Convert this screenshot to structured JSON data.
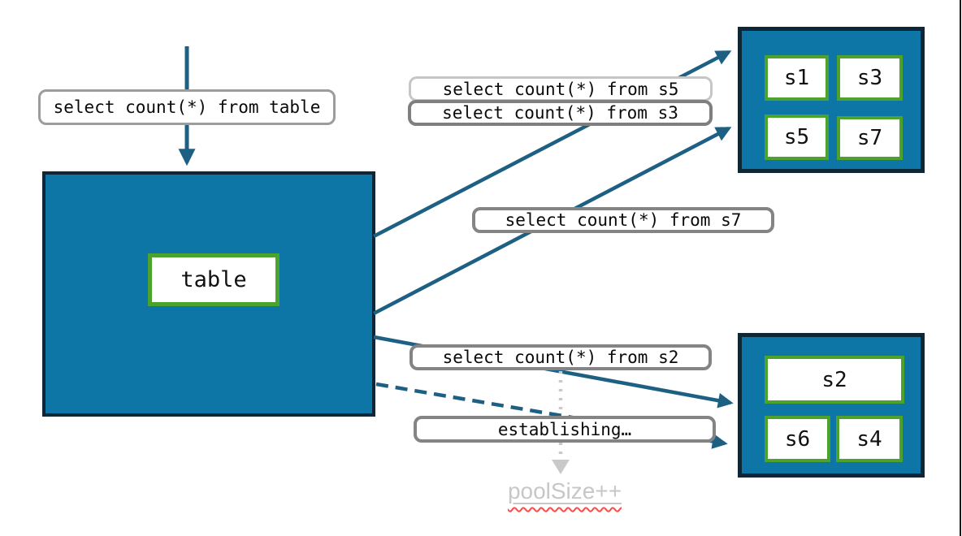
{
  "colors": {
    "teal": "#0E76A6",
    "box-border": "#0D2737",
    "green": "#4BA32D",
    "arrow": "#1D6083",
    "label-border": "#848484",
    "label-border-medium": "#9C9C9C",
    "label-border-light": "#C6C6C6",
    "muted-gray": "#C7C7C7",
    "muted-gray-dots": "#C9C9C9",
    "squiggle-red": "#FF4A4A",
    "edge-line": "#1A1A1A"
  },
  "diagram": {
    "table": {
      "label": "table"
    },
    "queries": {
      "from_table": "select count(*) from table",
      "from_s5": "select count(*) from s5",
      "from_s3": "select count(*) from s3",
      "from_s7": "select count(*) from s7",
      "from_s2": "select count(*) from s2",
      "establishing": "establishing…",
      "pool_size": "poolSize++"
    },
    "shard_group_top": {
      "shards": [
        "s1",
        "s3",
        "s5",
        "s7"
      ]
    },
    "shard_group_bottom": {
      "shards": [
        "s2",
        "s6",
        "s4"
      ]
    }
  }
}
